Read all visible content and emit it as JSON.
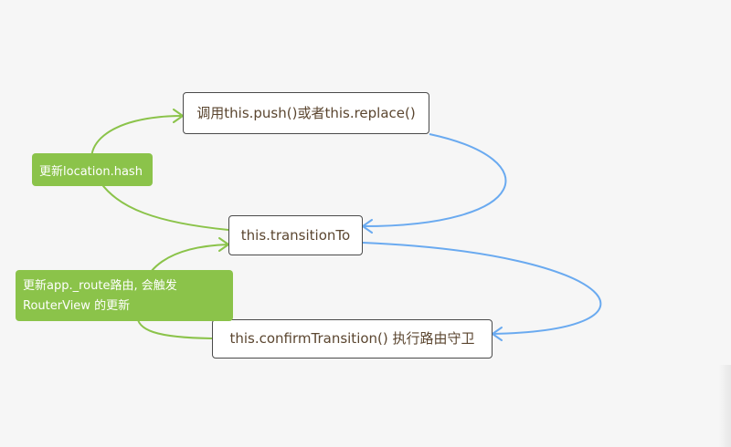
{
  "nodes": {
    "call_push": "调用this.push()或者this.replace()",
    "transition_to": "this.transitionTo",
    "confirm_transition": "this.confirmTransition() 执行路由守卫"
  },
  "notes": {
    "update_hash": "更新location.hash",
    "update_route_line1": "更新app._route路由, 会触发",
    "update_route_line2": "RouterView 的更新"
  },
  "colors": {
    "blue_arrow": "#6aaaf0",
    "green_arrow": "#8bc34a",
    "note_bg": "#8bc34a",
    "node_border": "#4a4a4a",
    "node_text": "#5b4630",
    "background": "#f6f6f6"
  }
}
